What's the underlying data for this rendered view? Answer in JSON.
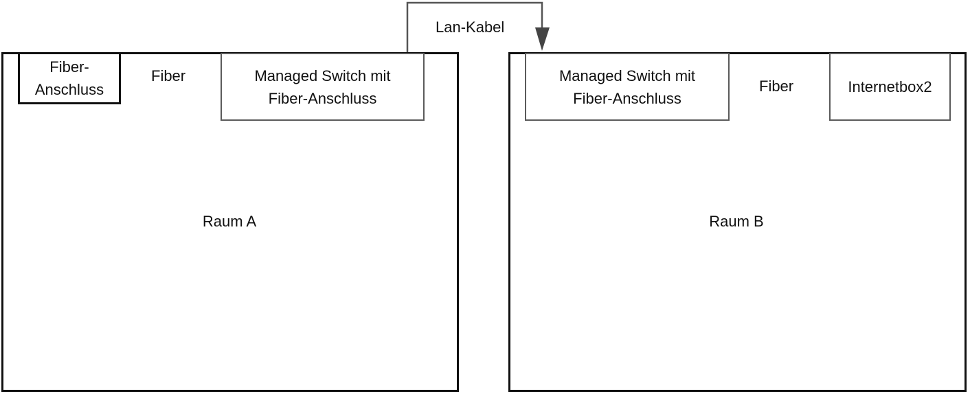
{
  "rooms": [
    {
      "label": "Raum A"
    },
    {
      "label": "Raum B"
    }
  ],
  "devices": {
    "fiber_anschluss": "Fiber-\nAnschluss",
    "switch_a": "Managed Switch mit\nFiber-Anschluss",
    "switch_b": "Managed Switch mit\nFiber-Anschluss",
    "internetbox": "Internetbox2"
  },
  "connections": {
    "fiber_a": "Fiber",
    "lan": "Lan-Kabel",
    "fiber_b": "Fiber"
  },
  "colors": {
    "line": "#111111",
    "device_border": "#5a5a5a",
    "arrow_gray": "#444444"
  }
}
